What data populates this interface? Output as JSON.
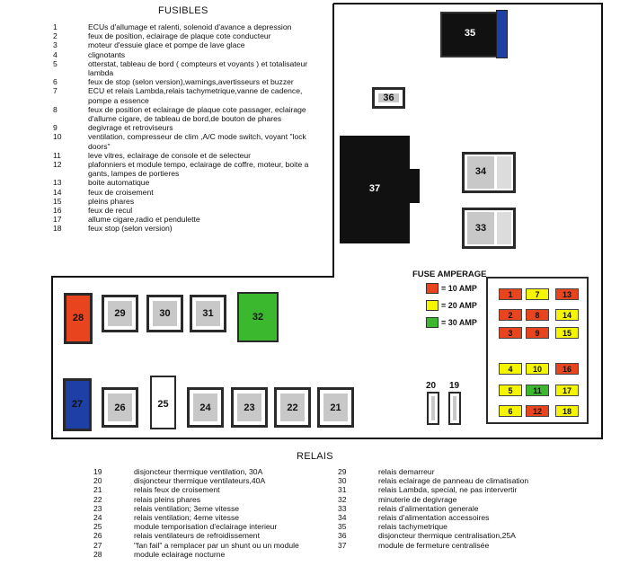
{
  "fusibles": {
    "title": "FUSIBLES",
    "items": [
      {
        "num": "1",
        "text": "ECUs d'allumage et ralenti, solenoid d'avance a depression"
      },
      {
        "num": "2",
        "text": "feux de position, eclairage de plaque cote conducteur"
      },
      {
        "num": "3",
        "text": "moteur d'essuie glace et pompe de lave glace"
      },
      {
        "num": "4",
        "text": "clignotants"
      },
      {
        "num": "5",
        "text": "otterstat, tableau de bord ( compteurs et voyants ) et totalisateur lambda"
      },
      {
        "num": "6",
        "text": "feux de stop (selon version),warnings,avertisseurs et buzzer"
      },
      {
        "num": "7",
        "text": "ECU et relais Lambda,relais tachymetrique,vanne de cadence, pompe a essence"
      },
      {
        "num": "8",
        "text": "feux de position et eclairage de plaque cote passager, eclairage d'allume cigare, de tableau de bord,de bouton de phares"
      },
      {
        "num": "9",
        "text": "degivrage et retroviseurs"
      },
      {
        "num": "10",
        "text": "ventilation, compresseur de clim ,A/C mode switch, voyant \"lock doors\""
      },
      {
        "num": "11",
        "text": "leve vitres, eclairage de console et de selecteur"
      },
      {
        "num": "12",
        "text": "plafonniers et module tempo, eclairage de coffre, moteur, boite a gants, lampes de portieres"
      },
      {
        "num": "13",
        "text": "boite automatique"
      },
      {
        "num": "14",
        "text": "feux de croisement"
      },
      {
        "num": "15",
        "text": "pleins phares"
      },
      {
        "num": "16",
        "text": "feux de recul"
      },
      {
        "num": "17",
        "text": "allume cigare,radio et pendulette"
      },
      {
        "num": "18",
        "text": "feux stop (selon version)"
      }
    ]
  },
  "relais": {
    "title": "RELAIS",
    "col1": [
      {
        "num": "19",
        "text": "disjoncteur thermique ventilation, 30A"
      },
      {
        "num": "20",
        "text": "disjoncteur thermique ventilateurs,40A"
      },
      {
        "num": "21",
        "text": "relais feux de croisement"
      },
      {
        "num": "22",
        "text": "relais pleins phares"
      },
      {
        "num": "23",
        "text": "relais ventilation; 3eme vitesse"
      },
      {
        "num": "24",
        "text": "relais ventilation; 4eme vitesse"
      },
      {
        "num": "25",
        "text": "module temporisation d'eclairage interieur"
      },
      {
        "num": "26",
        "text": "relais ventilateurs de refroidissement"
      },
      {
        "num": "27",
        "text": "\"fan fail\" a remplacer par un shunt ou un module"
      },
      {
        "num": "28",
        "text": "module eclairage nocturne"
      }
    ],
    "col2": [
      {
        "num": "29",
        "text": "relais demarreur"
      },
      {
        "num": "30",
        "text": "relais eclairage de panneau de climatisation"
      },
      {
        "num": "31",
        "text": "relais Lambda, special, ne pas intervertir"
      },
      {
        "num": "32",
        "text": "minuterie de degivrage"
      },
      {
        "num": "33",
        "text": "relais d'alimentation generale"
      },
      {
        "num": "34",
        "text": "relais d'alimentation accessoires"
      },
      {
        "num": "35",
        "text": "relais tachymetrique"
      },
      {
        "num": "36",
        "text": "disjoncteur thermique centralisation,25A"
      },
      {
        "num": "37",
        "text": "module de fermeture centralisée"
      }
    ]
  },
  "legend": {
    "title": "FUSE AMPERAGE",
    "items": [
      {
        "label": "= 10 AMP",
        "color": "#e8451e"
      },
      {
        "label": "= 20 AMP",
        "color": "#f5f500"
      },
      {
        "label": "= 30 AMP",
        "color": "#3cb82e"
      }
    ]
  },
  "colors": {
    "red": "#e8451e",
    "yellow": "#f5f500",
    "green": "#3cb82e",
    "blue": "#1e3fa6",
    "black": "#111111",
    "grey": "#c8c8c8"
  },
  "diagram": {
    "r35": "35",
    "r36": "36",
    "r37": "37",
    "r34": "34",
    "r33": "33",
    "r28": "28",
    "r29": "29",
    "r30": "30",
    "r31": "31",
    "r32": "32",
    "r27": "27",
    "r26": "26",
    "r25": "25",
    "r24": "24",
    "r23": "23",
    "r22": "22",
    "r21": "21",
    "r20": "20",
    "r19": "19",
    "fuses": {
      "f1": "1",
      "f2": "2",
      "f3": "3",
      "f4": "4",
      "f5": "5",
      "f6": "6",
      "f7": "7",
      "f8": "8",
      "f9": "9",
      "f10": "10",
      "f11": "11",
      "f12": "12",
      "f13": "13",
      "f14": "14",
      "f15": "15",
      "f16": "16",
      "f17": "17",
      "f18": "18"
    }
  }
}
